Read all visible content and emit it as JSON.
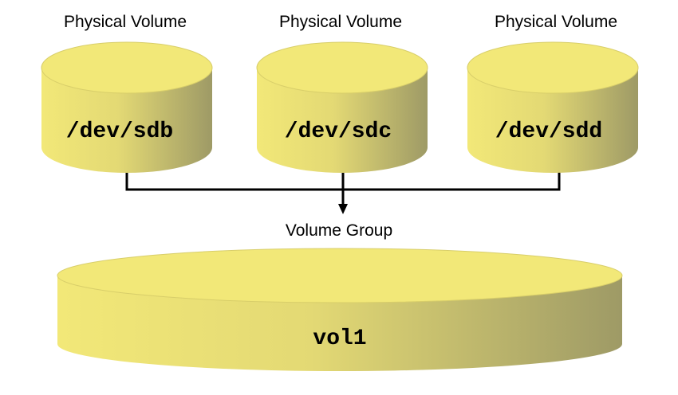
{
  "physical_volumes": [
    {
      "heading": "Physical Volume",
      "device": "/dev/sdb"
    },
    {
      "heading": "Physical Volume",
      "device": "/dev/sdc"
    },
    {
      "heading": "Physical Volume",
      "device": "/dev/sdd"
    }
  ],
  "volume_group": {
    "label": "Volume Group",
    "name": "vol1"
  },
  "colors": {
    "top": "#f2e878",
    "side_light": "#f2e878",
    "side_dark": "#9e9a66",
    "connector": "#000000"
  }
}
